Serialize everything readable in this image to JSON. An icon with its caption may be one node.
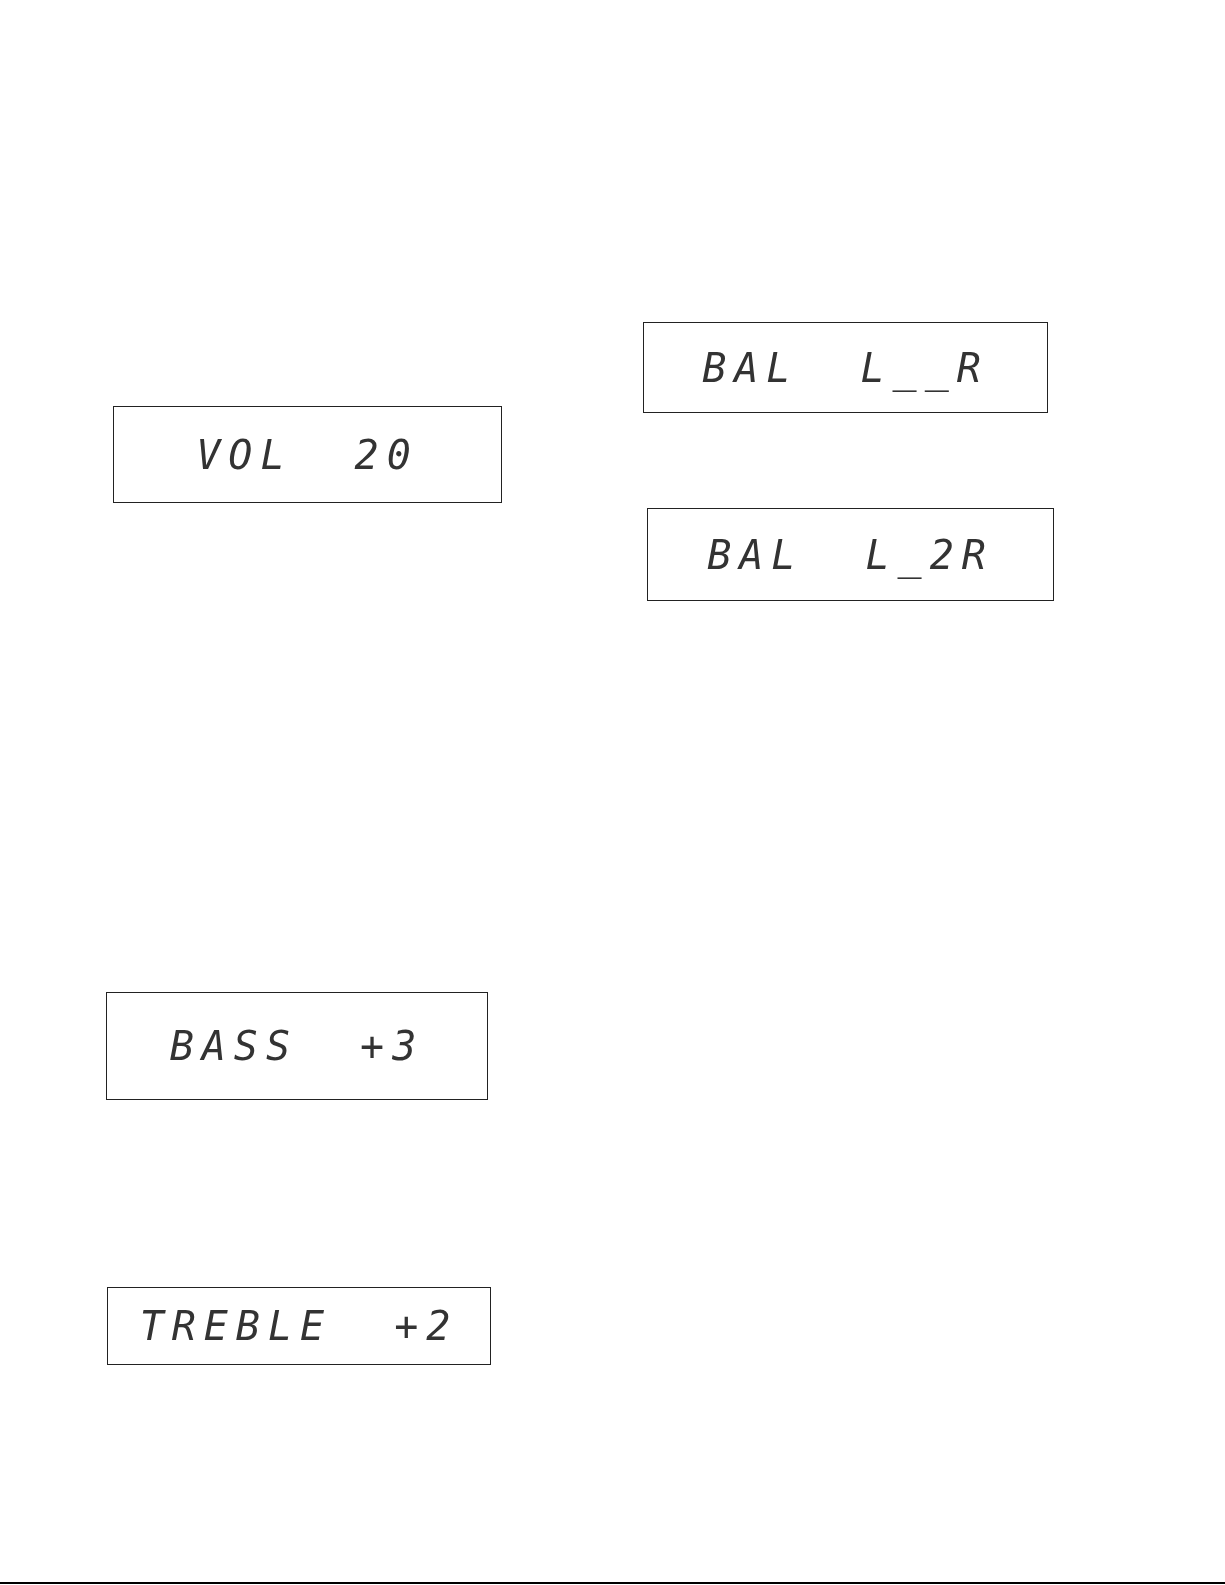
{
  "diagram": {
    "nodes": [
      {
        "text": [
          "BAL L__R"
        ]
      },
      {
        "text": [
          "VOL 20"
        ]
      },
      {
        "text": [
          "BAL L_2R"
        ]
      },
      {
        "text": [
          "BASS +3"
        ]
      },
      {
        "text": [
          "TREBLE +2"
        ]
      }
    ]
  }
}
